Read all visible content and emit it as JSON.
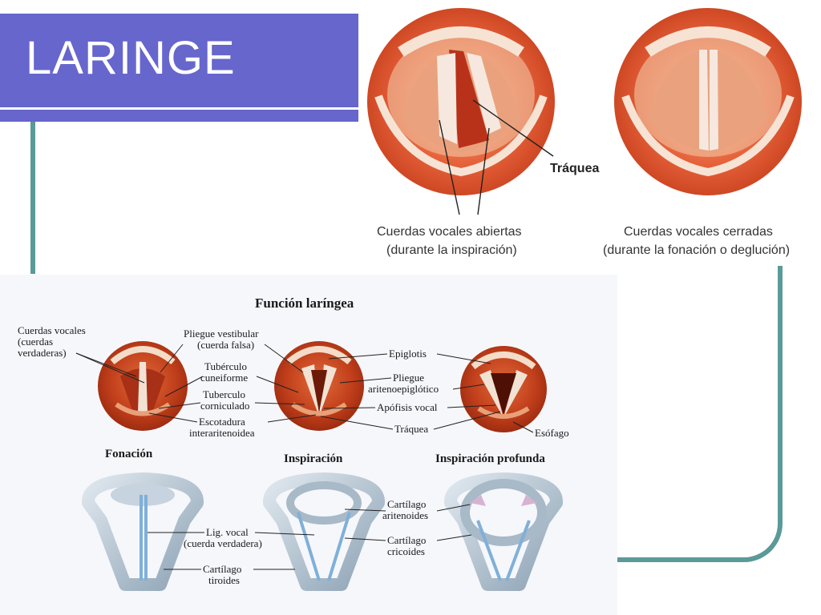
{
  "slide": {
    "title": "LARINGE"
  },
  "top_figure": {
    "traquea": "Tráquea",
    "open_line1": "Cuerdas vocales abiertas",
    "open_line2": "(durante la inspiración)",
    "closed_line1": "Cuerdas vocales cerradas",
    "closed_line2": "(durante la fonación o deglución)"
  },
  "bottom_figure": {
    "title": "Función laríngea",
    "labels": {
      "cuerdas_l1": "Cuerdas vocales",
      "cuerdas_l2": "(cuerdas",
      "cuerdas_l3": "verdaderas)",
      "pliegue_vest_l1": "Pliegue vestibular",
      "pliegue_vest_l2": "(cuerda falsa)",
      "tub_cun_l1": "Tubérculo",
      "tub_cun_l2": "cuneiforme",
      "tub_cor_l1": "Tuberculo",
      "tub_cor_l2": "corniculado",
      "escot_l1": "Escotadura",
      "escot_l2": "interaritenoidea",
      "epiglotis": "Epiglotis",
      "pliegue_ari_l1": "Pliegue",
      "pliegue_ari_l2": "aritenoepiglótico",
      "apofisis": "Apófisis vocal",
      "traquea": "Tráquea",
      "esofago": "Esófago",
      "lig_l1": "Lig. vocal",
      "lig_l2": "(cuerda verdadera)",
      "tiroides_l1": "Cartílago",
      "tiroides_l2": "tiroides",
      "aritenoides_l1": "Cartílago",
      "aritenoides_l2": "aritenoides",
      "cricoides_l1": "Cartílago",
      "cricoides_l2": "cricoides"
    },
    "captions": {
      "fonacion": "Fonación",
      "inspiracion": "Inspiración",
      "profunda": "Inspiración profunda"
    }
  }
}
